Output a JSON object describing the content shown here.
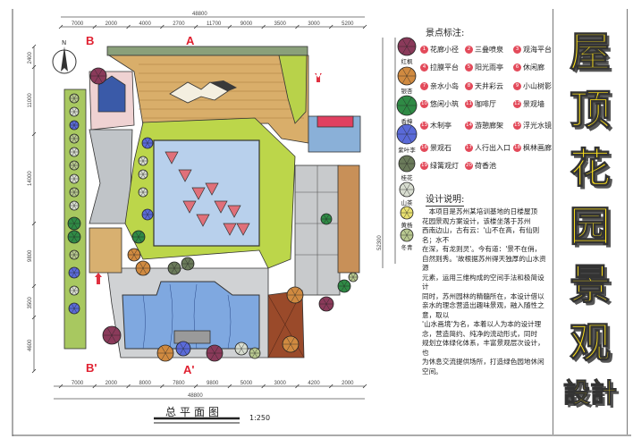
{
  "title": {
    "chars": [
      "屋",
      "顶",
      "花",
      "园",
      "景",
      "观"
    ],
    "tail": "設計"
  },
  "plan": {
    "name": "总平面图",
    "scale": "1:250",
    "north_label": "N",
    "section_marks": {
      "a": "A",
      "b": "B",
      "a_end": "A'",
      "b_end": "B'"
    },
    "dims_top": [
      "7000",
      "2000",
      "4000",
      "2700",
      "11700",
      "9000",
      "3500",
      "3000",
      "5200"
    ],
    "dims_top_total": "48800",
    "dims_bottom": [
      "7000",
      "2000",
      "8000",
      "7800",
      "9800",
      "5000",
      "3000",
      "4200",
      "2000"
    ],
    "dims_bottom_total": "48800",
    "dims_left": [
      "2400",
      "11000",
      "14000",
      "9800",
      "3500",
      "4600"
    ],
    "dims_right": "52300"
  },
  "plants": [
    {
      "label": "红枫",
      "color": "#8a3a5a"
    },
    {
      "label": "银杏",
      "color": "#d08a40"
    },
    {
      "label": "香樟",
      "color": "#2f8a45"
    },
    {
      "label": "紫叶李",
      "color": "#5a6ad8"
    },
    {
      "label": "桂花",
      "color": "#6a7a5a"
    },
    {
      "label": "山茶",
      "color": "#d8ddd0"
    },
    {
      "label": "黄杨",
      "color": "#e8e070"
    },
    {
      "label": "冬青",
      "color": "#b8c890"
    }
  ],
  "legend": {
    "heading": "景点标注:",
    "items": [
      {
        "n": "1",
        "label": "花廊小径"
      },
      {
        "n": "2",
        "label": "三叠喷泉"
      },
      {
        "n": "3",
        "label": "观海平台"
      },
      {
        "n": "4",
        "label": "拉膜平台"
      },
      {
        "n": "5",
        "label": "阳光雨亭"
      },
      {
        "n": "6",
        "label": "休闲廊"
      },
      {
        "n": "7",
        "label": "亲水小岛"
      },
      {
        "n": "8",
        "label": "天井彩云"
      },
      {
        "n": "9",
        "label": "小山树影"
      },
      {
        "n": "10",
        "label": "悠闲小筑"
      },
      {
        "n": "11",
        "label": "咖啡厅"
      },
      {
        "n": "12",
        "label": "景观墙"
      },
      {
        "n": "13",
        "label": "木制亭"
      },
      {
        "n": "14",
        "label": "游憩廊架"
      },
      {
        "n": "15",
        "label": "浮光水镜"
      },
      {
        "n": "16",
        "label": "景观石"
      },
      {
        "n": "17",
        "label": "人行出入口"
      },
      {
        "n": "18",
        "label": "枫林画廊"
      },
      {
        "n": "19",
        "label": "绿篱观灯"
      },
      {
        "n": "20",
        "label": "荷香池"
      }
    ]
  },
  "notes": {
    "heading": "设计说明:",
    "lines": [
      "　本项目是苏州某培训基地的日楼屋顶",
      "花园景观方案设计，该楼坐落于苏州",
      "西南边山，古有云：'山不在高，有仙则名；水不",
      "在深，有龙则灵'。今有道：'景不在俏，",
      "自然则秀。'故根据苏州得天独厚的山水资源",
      "元素，运用三维构成的空间手法和极简设计",
      "同时，苏州园林的精髓所在，本设计借以",
      "亲水的理念营造出趣味景观，融入随性之意，取以",
      "'山水画境'为名，本着以人为本的设计理",
      "念，营造简约、纯净的流动形式，同时",
      "规划立体绿化体系，丰富景观层次设计，也",
      "为休息交流提供场所，打造绿色园地休闲空间。"
    ]
  }
}
